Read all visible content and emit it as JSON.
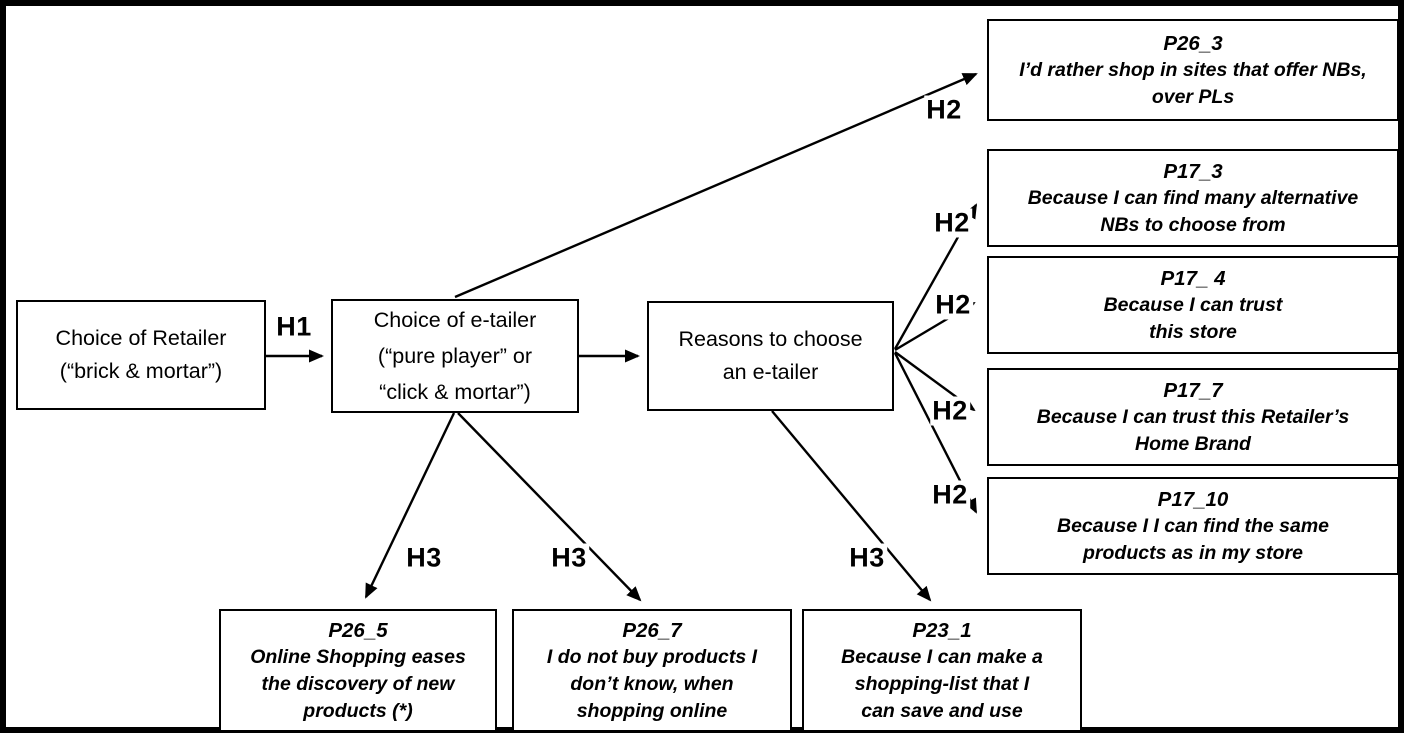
{
  "diagram": {
    "colors": {
      "line": "#000000",
      "background": "#ffffff",
      "box_border": "#000000",
      "text": "#000000"
    },
    "edge_labels": {
      "h1": "H1",
      "h2": "H2",
      "h3": "H3"
    },
    "nodes": [
      {
        "name": "choice-of-retailer",
        "lines": [
          "Choice of Retailer",
          "(“brick & mortar”)"
        ]
      },
      {
        "name": "choice-of-etailer",
        "lines": [
          "Choice of e-tailer",
          "(“pure player” or",
          "“click & mortar”)"
        ]
      },
      {
        "name": "reasons-to-choose-etailer",
        "lines": [
          "Reasons to choose",
          "an e-tailer"
        ]
      },
      {
        "name": "p26-3",
        "code": "P26_3",
        "lines": [
          "I’d rather shop in sites that offer NBs,",
          "over PLs"
        ]
      },
      {
        "name": "p17-3",
        "code": "P17_3",
        "lines": [
          "Because I can find many alternative",
          "NBs to choose from"
        ]
      },
      {
        "name": "p17-4",
        "code": "P17_ 4",
        "lines": [
          "Because I can trust",
          "this store"
        ]
      },
      {
        "name": "p17-7",
        "code": "P17_7",
        "lines": [
          "Because I can trust this Retailer’s",
          "Home Brand"
        ]
      },
      {
        "name": "p17-10",
        "code": "P17_10",
        "lines": [
          "Because I I can find the same",
          "products as in my store"
        ]
      },
      {
        "name": "p26-5",
        "code": "P26_5",
        "lines": [
          "Online Shopping eases",
          "the discovery of new",
          "products (*)"
        ]
      },
      {
        "name": "p26-7",
        "code": "P26_7",
        "lines": [
          "I do not buy products I",
          "don’t know, when",
          "shopping online"
        ]
      },
      {
        "name": "p23-1",
        "code": "P23_1",
        "lines": [
          "Because I can make a",
          "shopping-list that I",
          "can save and use"
        ]
      }
    ]
  }
}
